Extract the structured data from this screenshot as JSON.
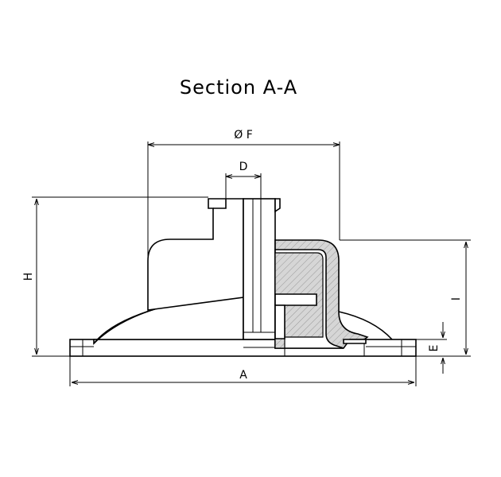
{
  "drawing": {
    "title": "Section A-A",
    "dimensions": {
      "F": "Ø F",
      "D": "D",
      "H": "H",
      "I": "I",
      "A": "A",
      "E": "E"
    },
    "hatch_color": "#d6d6d6",
    "line_color": "#000000"
  }
}
